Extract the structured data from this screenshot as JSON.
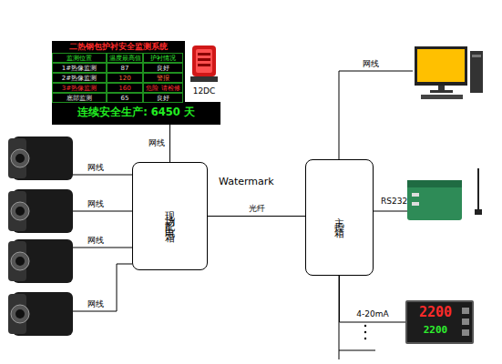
{
  "diagram": {
    "nodes": [
      {
        "text": [
          "二热钢包护衬安全监测系统",
          "监测位置",
          "温度最高值",
          "护衬情况",
          "1#热像监测",
          "87",
          "良好",
          "2#热像监测",
          "120",
          "警报",
          "3#热像监测",
          "160",
          "危险 请检修",
          "底部监测",
          "65",
          "良好",
          "连续安全生产: 6450 天"
        ]
      },
      {
        "text": [
          "12DC"
        ]
      },
      {
        "text": [
          "现场配电箱"
        ]
      },
      {
        "text": [
          "主控箱"
        ]
      },
      {
        "text": [
          "2200",
          "2200"
        ]
      }
    ],
    "edges": [
      {
        "from": 0,
        "to": 2,
        "label": "网线",
        "arrow": "none"
      },
      {
        "from": 2,
        "to": 3,
        "label": "光纤",
        "arrow": "none"
      },
      {
        "from": 3,
        "to": 4,
        "label": "4-20mA",
        "arrow": "none"
      }
    ],
    "labels": [
      "网线",
      "网线",
      "Watermark",
      "RS232",
      "网线",
      "网线",
      "网线"
    ]
  }
}
